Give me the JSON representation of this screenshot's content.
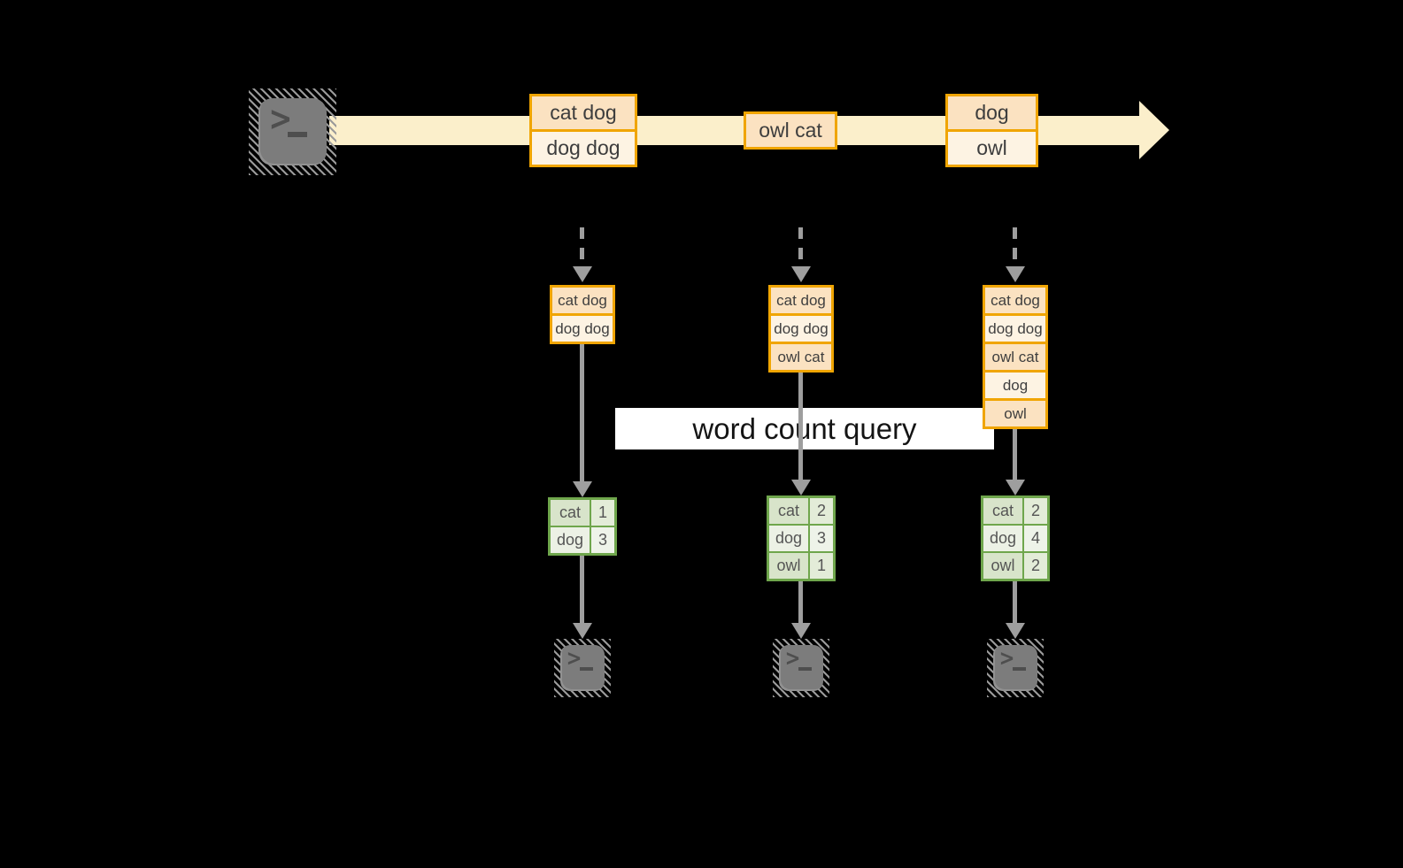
{
  "banner": {
    "label": "word count query"
  },
  "icons": {
    "prompt_chevron": ">"
  },
  "colors": {
    "background": "#000000",
    "stream_band": "#FBEFCB",
    "record_border": "#F0A502",
    "record_fill_dark": "#FBE2C1",
    "record_fill_light": "#FDF3E3",
    "table_border": "#6FA64C",
    "table_cell_dark": "#D8E4CA",
    "table_cell_light": "#ECF1E5",
    "arrow_gray": "#9E9E9E",
    "terminal_gray": "#7C7C7C"
  },
  "stream": {
    "messages": [
      {
        "lines": [
          "cat dog",
          "dog dog"
        ]
      },
      {
        "lines": [
          "owl cat"
        ]
      },
      {
        "lines": [
          "dog",
          "owl"
        ]
      }
    ]
  },
  "consumers": [
    {
      "buffer": [
        "cat dog",
        "dog dog"
      ],
      "counts": [
        {
          "word": "cat",
          "count": "1"
        },
        {
          "word": "dog",
          "count": "3"
        }
      ]
    },
    {
      "buffer": [
        "cat dog",
        "dog dog",
        "owl cat"
      ],
      "counts": [
        {
          "word": "cat",
          "count": "2"
        },
        {
          "word": "dog",
          "count": "3"
        },
        {
          "word": "owl",
          "count": "1"
        }
      ]
    },
    {
      "buffer": [
        "cat dog",
        "dog dog",
        "owl cat",
        "dog",
        "owl"
      ],
      "counts": [
        {
          "word": "cat",
          "count": "2"
        },
        {
          "word": "dog",
          "count": "4"
        },
        {
          "word": "owl",
          "count": "2"
        }
      ]
    }
  ]
}
